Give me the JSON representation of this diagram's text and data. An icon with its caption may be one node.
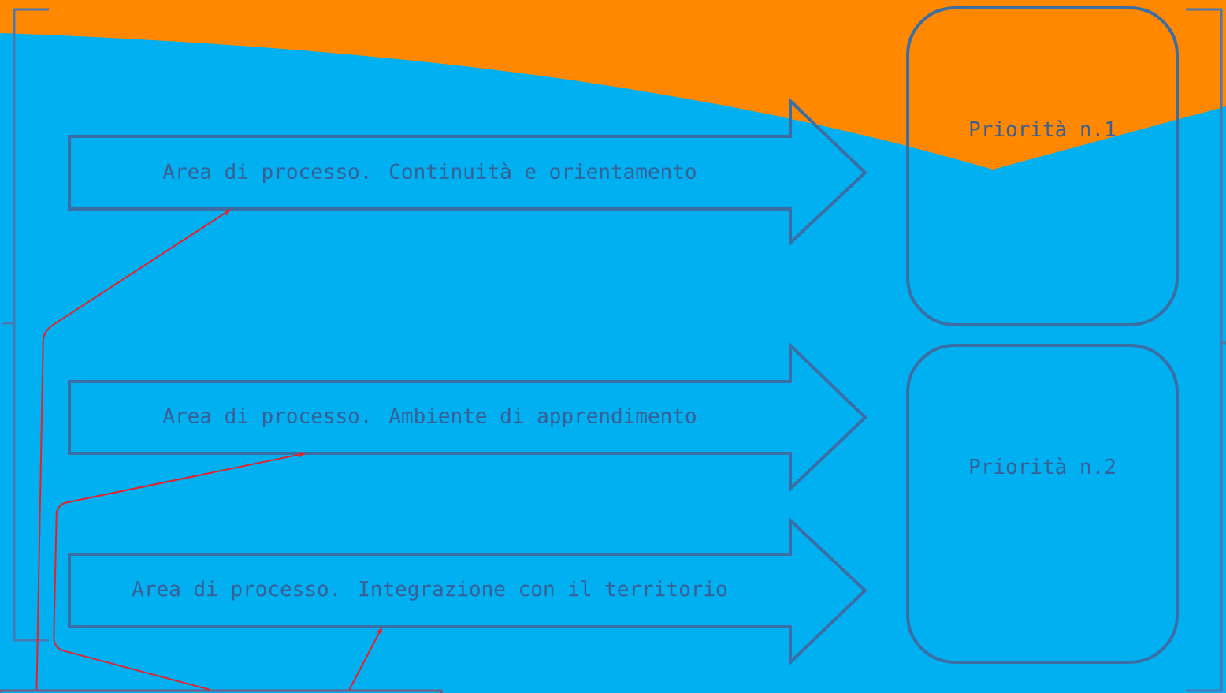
{
  "diagram": {
    "nodes": [
      {
        "text": [
          "Area di processo. Continuità e orientamento"
        ]
      },
      {
        "text": [
          "Area di processo. Ambiente di apprendimento"
        ]
      },
      {
        "text": [
          "Area di processo. Integrazione con il territorio"
        ]
      },
      {
        "text": [
          "Priorità n.1"
        ]
      },
      {
        "text": [
          "Priorità n.2"
        ]
      },
      {
        "text": [],
        "shape": "box"
      }
    ],
    "edges": [
      {
        "from": 5,
        "to": 0,
        "arrow": "to",
        "color": "#e8202a"
      },
      {
        "from": 5,
        "to": 1,
        "arrow": "to",
        "color": "#e8202a"
      },
      {
        "from": 5,
        "to": 2,
        "arrow": "to",
        "color": "#e8202a"
      }
    ]
  }
}
